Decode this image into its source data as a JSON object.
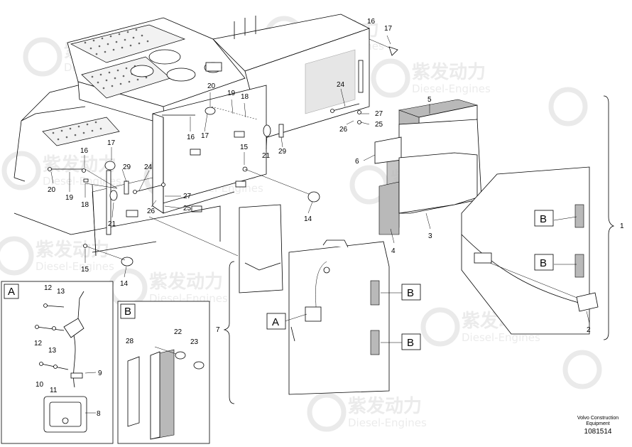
{
  "watermark": {
    "brand_cn": "紫发动力",
    "brand_en": "Diesel-Engines"
  },
  "callouts": {
    "c1": "1",
    "c2": "2",
    "c3": "3",
    "c4": "4",
    "c5": "5",
    "c6": "6",
    "c7": "7",
    "c8": "8",
    "c9": "9",
    "c10": "10",
    "c11": "11",
    "c12a": "12",
    "c12b": "12",
    "c13a": "13",
    "c13b": "13",
    "c14a": "14",
    "c14b": "14",
    "c15a": "15",
    "c15b": "15",
    "c16a": "16",
    "c16b": "16",
    "c16c": "16",
    "c17a": "17",
    "c17b": "17",
    "c17c": "17",
    "c18a": "18",
    "c18b": "18",
    "c19a": "19",
    "c19b": "19",
    "c20a": "20",
    "c20b": "20",
    "c21a": "21",
    "c21b": "21",
    "c22": "22",
    "c23": "23",
    "c24a": "24",
    "c24b": "24",
    "c25a": "25",
    "c25b": "25",
    "c26a": "26",
    "c26b": "26",
    "c27a": "27",
    "c27b": "27",
    "c28": "28",
    "c29a": "29",
    "c29b": "29"
  },
  "detail_boxes": {
    "a_title": "A",
    "b_title": "B"
  },
  "refs": {
    "a_ref": "A",
    "b_ref1": "B",
    "b_ref2": "B",
    "b_ref3": "B",
    "b_ref4": "B"
  },
  "footer": {
    "line1": "Volvo Construction",
    "line2": "Equipment",
    "doc_number": "1081514"
  }
}
